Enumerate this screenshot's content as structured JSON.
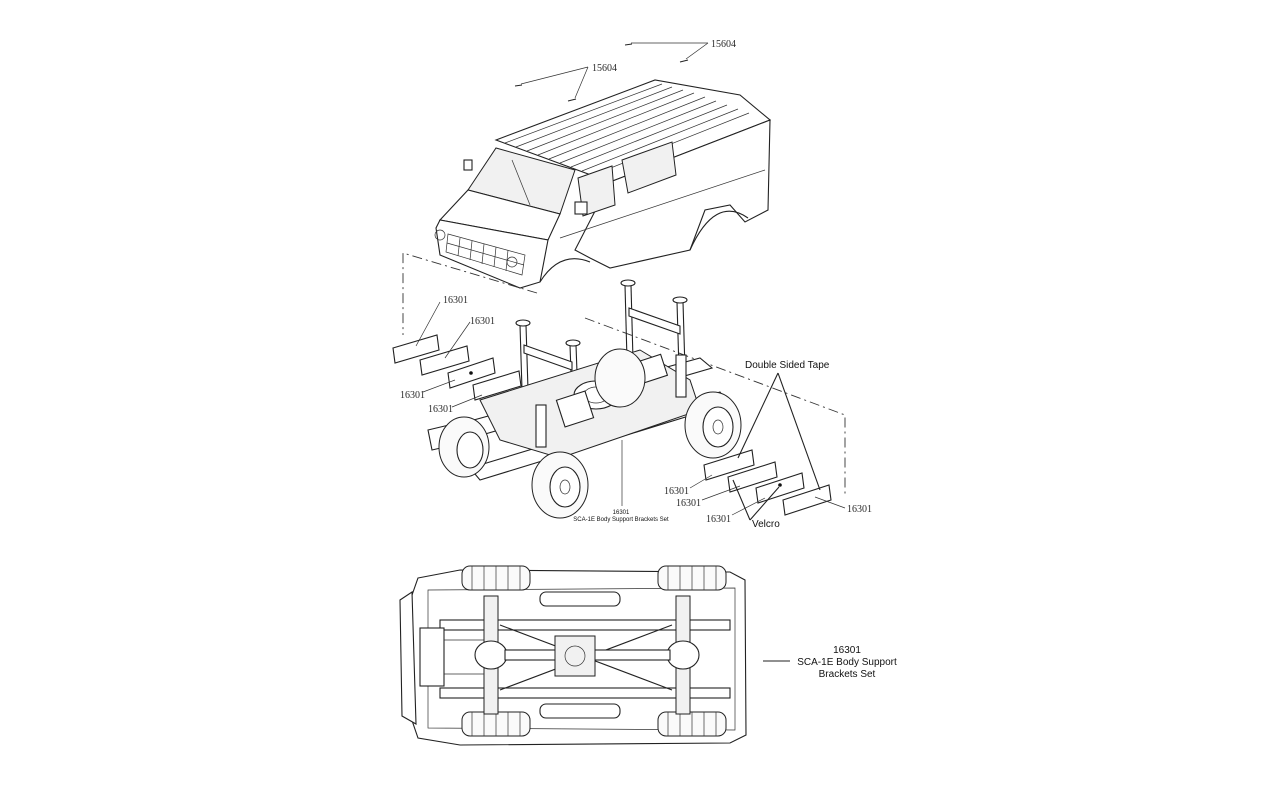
{
  "callouts": {
    "rain_gutter_part_a": "15604",
    "rain_gutter_part_b": "15604",
    "left_pad_1": "16301",
    "left_pad_2": "16301",
    "left_pad_3": "16301",
    "left_pad_4": "16301",
    "right_pad_1": "16301",
    "right_pad_2": "16301",
    "right_pad_3": "16301",
    "right_pad_4": "16301",
    "double_sided_tape": "Double Sided Tape",
    "velcro": "Velcro",
    "bracket_set_small_code": "16301",
    "bracket_set_small_name": "SCA-1E Body Support Brackets Set"
  },
  "bottom_label": {
    "code": "16301",
    "line1": "SCA-1E Body Support",
    "line2": "Brackets Set"
  }
}
